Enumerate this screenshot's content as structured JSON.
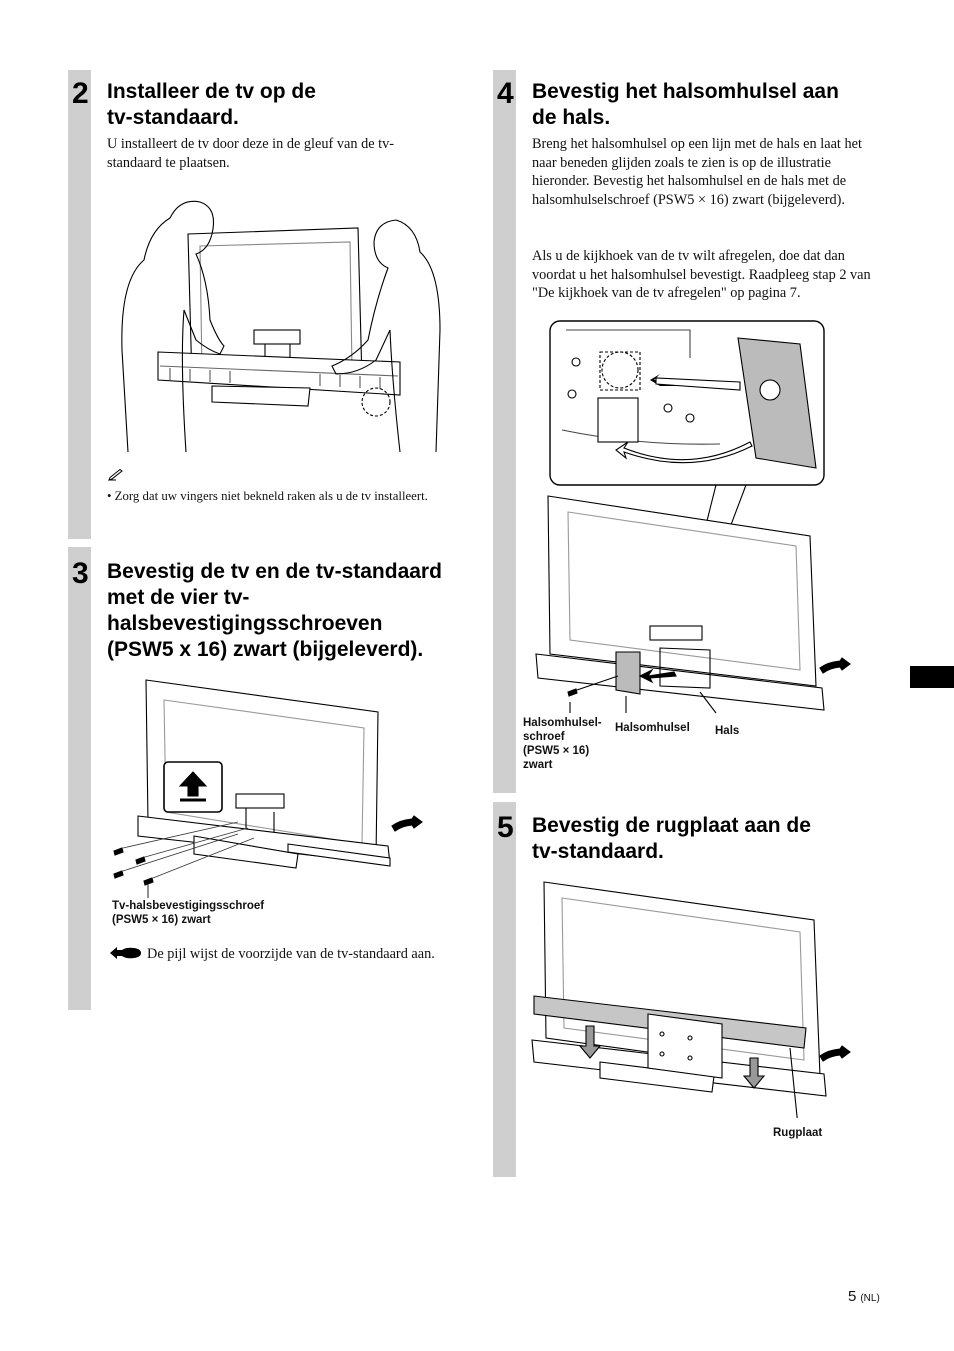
{
  "steps": [
    {
      "number": "2",
      "title_line1": "Installeer de tv op de",
      "title_line2": "tv-standaard.",
      "body": "U installeert de tv door deze in de gleuf van de tv-standaard te plaatsen.",
      "note_bullet": "• Zorg dat uw vingers niet bekneld raken als u de tv installeert."
    },
    {
      "number": "3",
      "title_line1": "Bevestig de tv en de tv-standaard",
      "title_line2": "met de vier tv-",
      "title_line3": "halsbevestigingsschroeven",
      "title_line4": "(PSW5 x 16) zwart (bijgeleverd).",
      "caption_line1": "Tv-halsbevestigingsschroef",
      "caption_line2": "(PSW5 × 16) zwart",
      "arrow_note": "De pijl wijst de voorzijde van de tv-standaard aan."
    },
    {
      "number": "4",
      "title_line1": "Bevestig het halsomhulsel aan",
      "title_line2": "de hals.",
      "body1": "Breng het halsomhulsel op een lijn met de hals en laat het naar beneden glijden zoals te zien is op de illustratie hieronder. Bevestig het halsomhulsel en de hals met de halsomhulselschroef (PSW5 × 16) zwart (bijgeleverd).",
      "body2": "Als u de kijkhoek van de tv wilt afregelen, doe dat dan voordat u het halsomhulsel bevestigt. Raadpleeg stap 2 van \"De kijkhoek van de tv afregelen\" op pagina 7.",
      "label_screw_1": "Halsomhulsel-",
      "label_screw_2": "schroef",
      "label_screw_3": "(PSW5 × 16)",
      "label_screw_4": "zwart",
      "label_cover": "Halsomhulsel",
      "label_neck": "Hals"
    },
    {
      "number": "5",
      "title_line1": "Bevestig de rugplaat aan de",
      "title_line2": "tv-standaard.",
      "label_backplate": "Rugplaat"
    }
  ],
  "page": {
    "number": "5",
    "suffix": "(NL)"
  }
}
